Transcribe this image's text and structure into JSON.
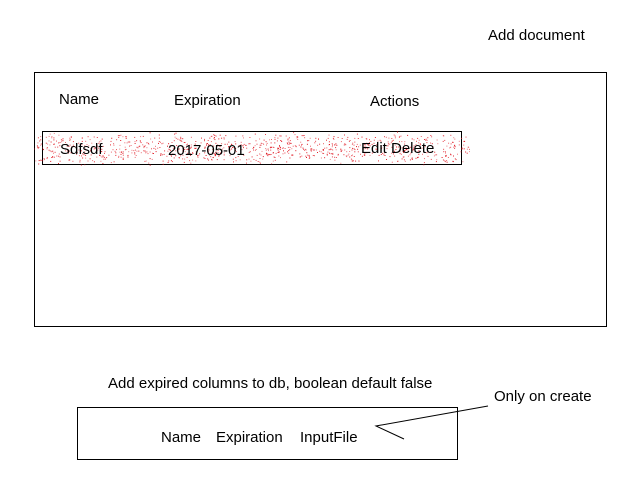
{
  "header": {
    "add_document_label": "Add document"
  },
  "documents_table": {
    "columns": [
      "Name",
      "Expiration",
      "Actions"
    ],
    "rows": [
      {
        "name": "Sdfsdf",
        "expiration": "2017-05-01",
        "actions": [
          "Edit",
          "Delete"
        ]
      }
    ]
  },
  "notes": {
    "db_note": "Add expired columns to db, boolean default false",
    "create_note": "Only on create"
  },
  "form": {
    "fields": [
      "Name",
      "Expiration",
      "InputFile"
    ]
  },
  "colors": {
    "speckle": "#e0141e",
    "ink": "#000000"
  }
}
